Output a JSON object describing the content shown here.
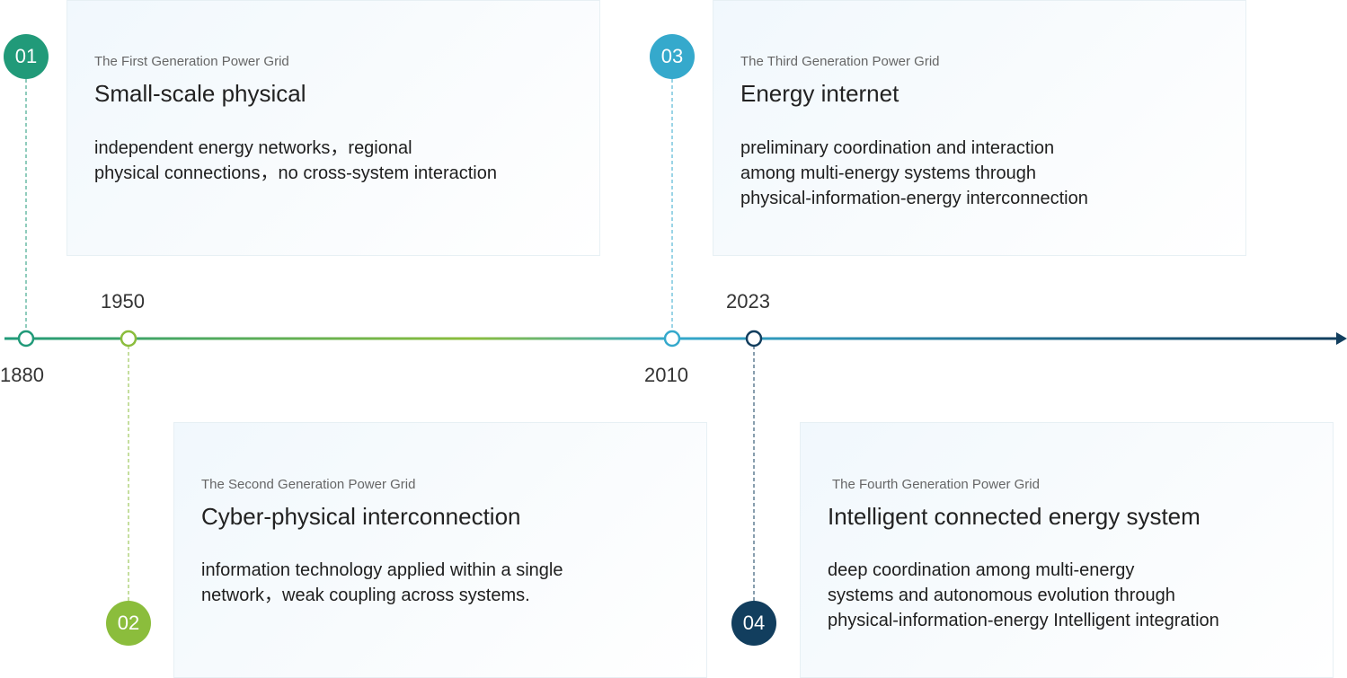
{
  "colors": {
    "gen1": "#219a79",
    "gen2": "#8bbd3c",
    "gen3": "#35a9cc",
    "gen4": "#123e5e"
  },
  "years": [
    "1880",
    "1950",
    "2010",
    "2023"
  ],
  "generations": [
    {
      "badge": "01",
      "subtitle": "The First Generation Power Grid",
      "title": "Small-scale physical",
      "desc": [
        "independent energy networks，regional",
        "physical connections，no cross-system interaction"
      ]
    },
    {
      "badge": "02",
      "subtitle": "The Second Generation Power Grid",
      "title": "Cyber-physical interconnection",
      "desc": [
        "information technology applied within a single",
        "network，weak coupling across systems."
      ]
    },
    {
      "badge": "03",
      "subtitle": "The Third Generation Power Grid",
      "title": "Energy internet",
      "desc": [
        "preliminary coordination and interaction",
        "among multi-energy systems through",
        "physical-information-energy interconnection"
      ]
    },
    {
      "badge": "04",
      "subtitle": "The Fourth Generation Power Grid",
      "title": "Intelligent connected energy system",
      "desc": [
        "deep coordination among multi-energy",
        "systems and autonomous evolution through",
        "physical-information-energy Intelligent integration"
      ]
    }
  ]
}
